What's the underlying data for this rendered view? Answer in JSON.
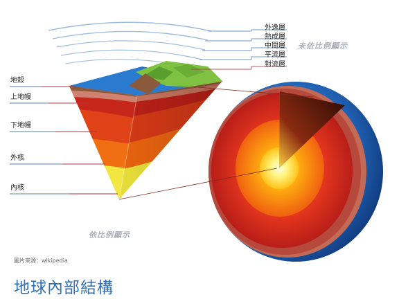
{
  "atmosphere_labels": [
    "外逸層",
    "熱成層",
    "中間層",
    "平流層",
    "對流層"
  ],
  "earth_labels": [
    "地殼",
    "上地幔",
    "下地幔",
    "外核",
    "內核"
  ],
  "scale_notes": {
    "not_to_scale": "未依比例顯示",
    "to_scale": "依比例顯示"
  },
  "source": "圖片來源：wikipedia",
  "title": "地球內部結構",
  "colors": {
    "title": "#2f6fb5",
    "ocean": "#1f6fc4",
    "land": "#7fc241",
    "crust": "#8b5a3a",
    "upper_mantle": "#c97560",
    "lower_mantle": "#c8261b",
    "outer_core": "#ee5a10",
    "inner_core": "#f2e640",
    "leader_blue": "#5a7fa8",
    "leader_red": "#b03040"
  }
}
